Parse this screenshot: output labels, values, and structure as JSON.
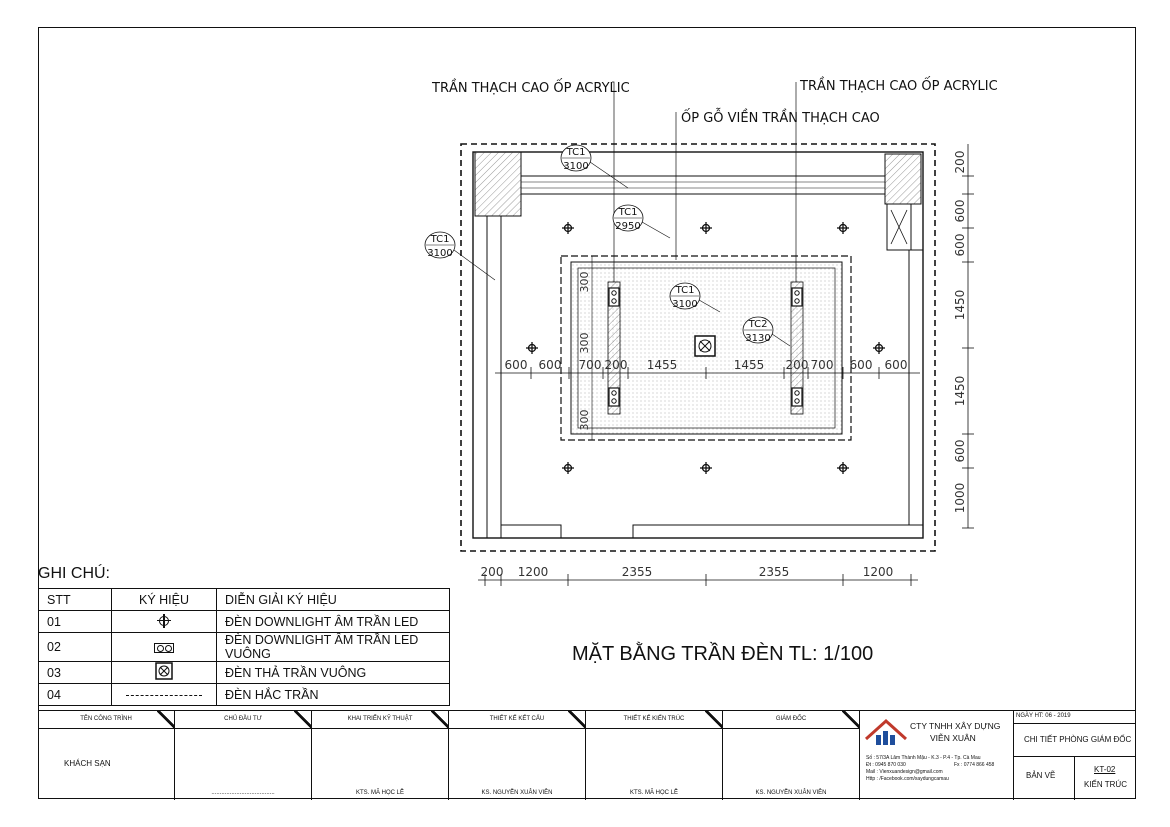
{
  "labels": {
    "acrylic_left": "TRẦN THẠCH CAO ỐP ACRYLIC",
    "acrylic_right": "TRẦN THẠCH CAO ỐP ACRYLIC",
    "wood_edge": "ỐP GỖ VIỀN TRẦN THẠCH CAO"
  },
  "tags": [
    {
      "code": "TC1",
      "level": "3100"
    },
    {
      "code": "TC1",
      "level": "2950"
    },
    {
      "code": "TC1",
      "level": "3100"
    },
    {
      "code": "TC1",
      "level": "3100"
    },
    {
      "code": "TC2",
      "level": "3130"
    }
  ],
  "dims": {
    "horizontal": [
      "600",
      "600",
      "700",
      "200",
      "1455",
      "1455",
      "200",
      "700",
      "600",
      "600"
    ],
    "right": [
      "200",
      "600",
      "600",
      "1450",
      "1450",
      "600",
      "1000"
    ],
    "bottom": [
      "200",
      "1200",
      "2355",
      "2355",
      "1200"
    ],
    "inner_vertical": [
      "300",
      "300",
      "300"
    ]
  },
  "legend": {
    "title": "GHI CHÚ:",
    "headers": [
      "STT",
      "KÝ HIỆU",
      "DIỄN GIẢI KÝ HIỆU"
    ],
    "rows": [
      {
        "stt": "01",
        "symbol": "downlight-icon",
        "desc": "ĐÈN DOWNLIGHT ÂM TRẦN LED"
      },
      {
        "stt": "02",
        "symbol": "square-downlight-icon",
        "desc": "ĐÈN DOWNLIGHT ÂM TRẦN LED VUÔNG"
      },
      {
        "stt": "03",
        "symbol": "pendant-light-icon",
        "desc": "ĐÈN THẢ TRẦN VUÔNG"
      },
      {
        "stt": "04",
        "symbol": "dashed-line-icon",
        "desc": "ĐÈN HẮC TRẦN"
      }
    ]
  },
  "drawing_title": "MẶT BẰNG TRẦN ĐÈN TL: 1/100",
  "title_block": {
    "columns": [
      {
        "header": "TÊN CÔNG TRÌNH",
        "value": "KHÁCH SẠN",
        "sign": ""
      },
      {
        "header": "CHỦ ĐẦU TƯ",
        "value": "",
        "sign": "......................................"
      },
      {
        "header": "KHAI TRIỂN KỸ THUẬT",
        "value": "",
        "sign": "KTS. MÃ HỌC LỄ"
      },
      {
        "header": "THIẾT KẾ KẾT CẤU",
        "value": "",
        "sign": "KS. NGUYỄN XUÂN VIÊN"
      },
      {
        "header": "THIẾT KẾ KIẾN TRÚC",
        "value": "",
        "sign": "KTS. MÃ HỌC LỄ"
      },
      {
        "header": "GIÁM ĐỐC",
        "value": "",
        "sign": "KS. NGUYỄN XUÂN VIÊN"
      }
    ],
    "company": {
      "name_line1": "CTY TNHH XÂY DỰNG",
      "name_line2": "VIỄN XUÂN",
      "address": "Số : 57/3A Lâm Thành Mậu - K.3 - P.4 - Tp. Cà Mau",
      "phone": "Đt : 0945 870 030",
      "fax": "Fx : 0774 866 458",
      "mail": "Mail : Vienxuandesign@gmail.com",
      "http": "Http : /Facebook.com/xaydungcamau"
    },
    "date": "NGÀY HT: 06 - 2019",
    "sheet_title": "CHI TIẾT PHÒNG GIÁM ĐỐC",
    "sheet_label": "BẢN VẼ",
    "sheet_code": "KT-02",
    "sheet_type": "KIẾN TRÚC"
  }
}
